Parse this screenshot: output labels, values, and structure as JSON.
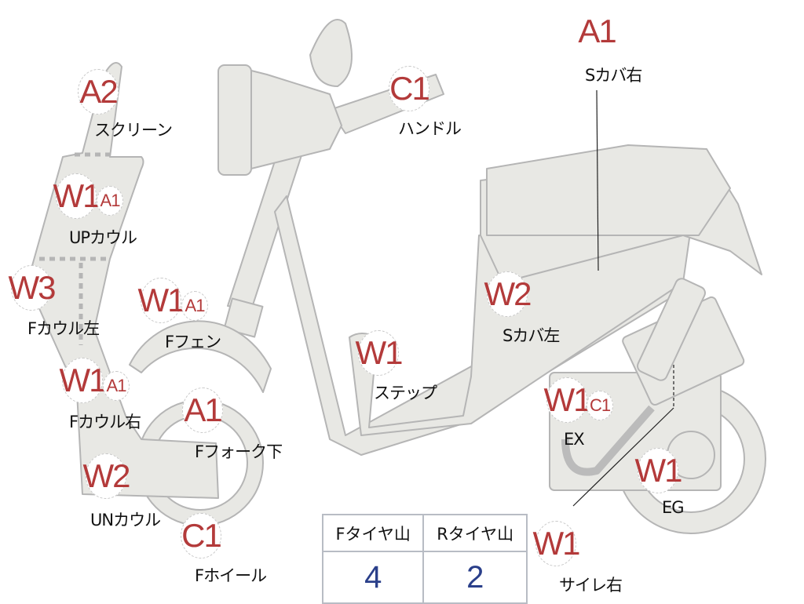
{
  "parts": [
    {
      "id": "screen",
      "code": "A2",
      "label": "スクリーン"
    },
    {
      "id": "up-cowl",
      "code": "W1",
      "secondary": "A1",
      "label": "UPカウル"
    },
    {
      "id": "f-cowl-left",
      "code": "W3",
      "label": "Fカウル左"
    },
    {
      "id": "f-fender",
      "code": "W1",
      "secondary": "A1",
      "label": "Fフェン"
    },
    {
      "id": "f-cowl-right",
      "code": "W1",
      "secondary": "A1",
      "label": "Fカウル右"
    },
    {
      "id": "f-fork-lower",
      "code": "A1",
      "label": "Fフォーク下"
    },
    {
      "id": "un-cowl",
      "code": "W2",
      "label": "UNカウル"
    },
    {
      "id": "f-wheel",
      "code": "C1",
      "label": "Fホイール"
    },
    {
      "id": "handle",
      "code": "C1",
      "label": "ハンドル"
    },
    {
      "id": "s-cover-right",
      "code": "A1",
      "label": "Sカバ右"
    },
    {
      "id": "s-cover-left",
      "code": "W2",
      "label": "Sカバ左"
    },
    {
      "id": "step",
      "code": "W1",
      "label": "ステップ"
    },
    {
      "id": "ex",
      "code": "W1",
      "secondary": "C1",
      "label": "EX"
    },
    {
      "id": "eg",
      "code": "W1",
      "label": "EG"
    },
    {
      "id": "muffler-right",
      "code": "W1",
      "label": "サイレ右"
    }
  ],
  "tire_table": {
    "headers": [
      "Fタイヤ山",
      "Rタイヤ山"
    ],
    "values": [
      "4",
      "2"
    ]
  },
  "colors": {
    "code": "#b33a3a",
    "value": "#2a3f8a",
    "body": "#e8e8e4",
    "outline": "#b5b5b5"
  }
}
